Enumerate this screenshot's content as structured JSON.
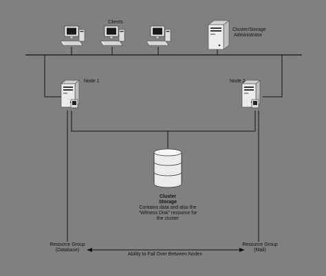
{
  "labels": {
    "clients": "Clients",
    "admin_line1": "Cluster/Storage",
    "admin_line2": "Administrator",
    "node1": "Node 1",
    "node2": "Node 2",
    "storage_title_line1": "Cluster",
    "storage_title_line2": "Storage",
    "storage_desc_line1": "Contains data and also the",
    "storage_desc_line2": "\"Witness Disk\" resource for",
    "storage_desc_line3": "the cluster",
    "rg_left_line1": "Resource Group",
    "rg_left_line2": "(Database)",
    "rg_right_line1": "Resource Group",
    "rg_right_line2": "(Mail)",
    "failover": "Ability to Fail Over Between Nodes"
  },
  "colors": {
    "background": "#808080",
    "line": "#111111",
    "device_body": "#e9e9e9",
    "screen": "#1a1a1a"
  },
  "icons": [
    "client-computer-icon",
    "server-icon",
    "database-icon"
  ]
}
